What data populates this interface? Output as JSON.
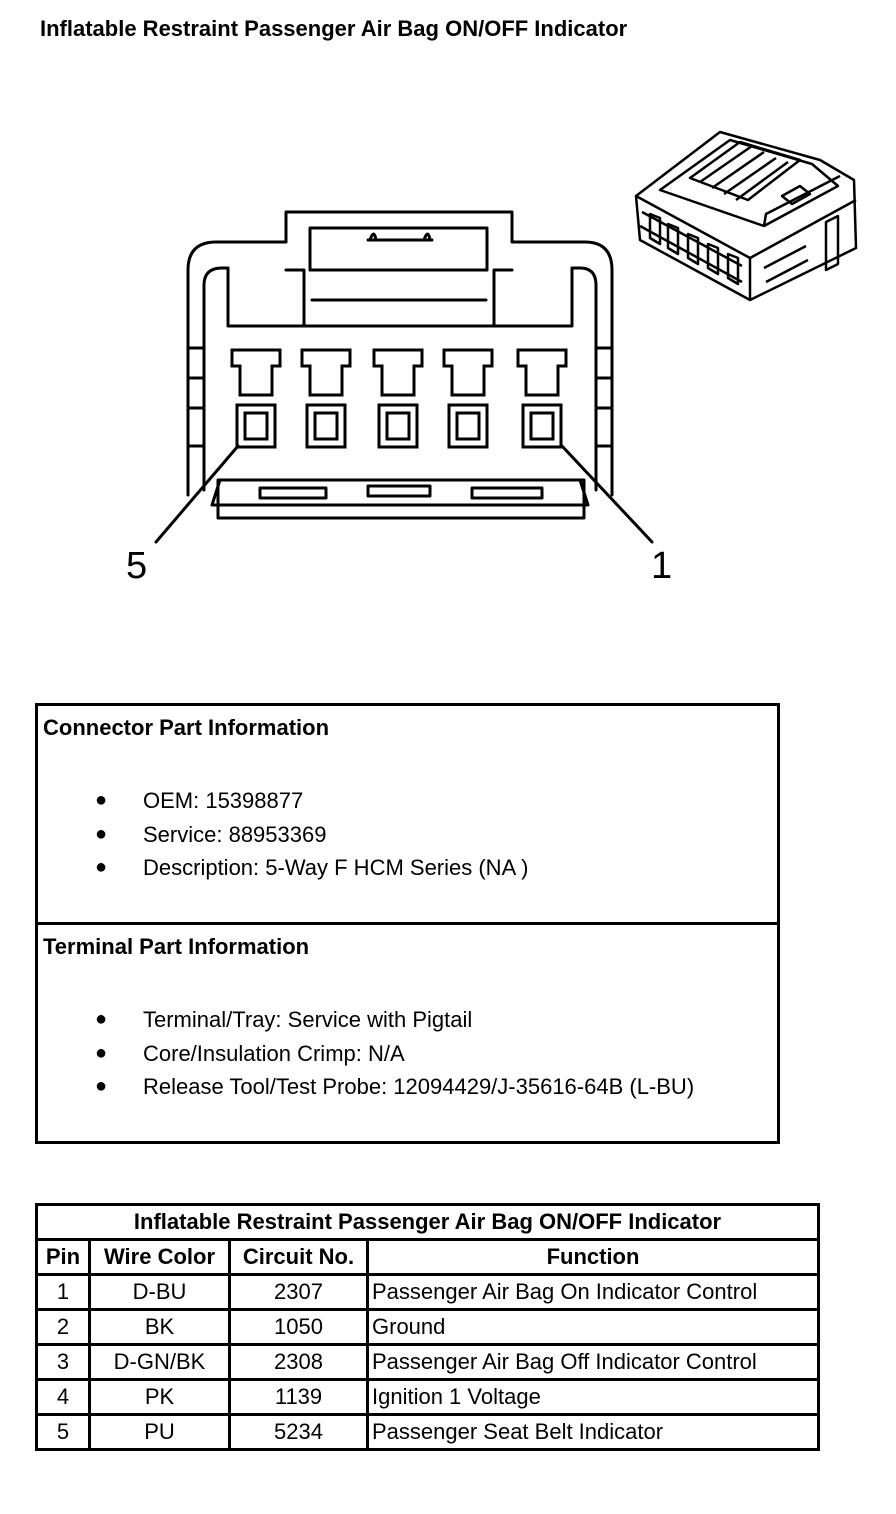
{
  "page": {
    "title": "Inflatable Restraint Passenger Air Bag ON/OFF Indicator"
  },
  "diagram": {
    "pin_label_left": "5",
    "pin_label_right": "1"
  },
  "connector_info": {
    "heading": "Connector Part Information",
    "items": [
      "OEM: 15398877",
      "Service: 88953369",
      "Description: 5-Way F HCM Series (NA )"
    ]
  },
  "terminal_info": {
    "heading": "Terminal Part Information",
    "items": [
      "Terminal/Tray: Service with Pigtail",
      "Core/Insulation Crimp: N/A",
      "Release Tool/Test Probe: 12094429/J-35616-64B (L-BU)"
    ]
  },
  "pin_table": {
    "title": "Inflatable Restraint Passenger Air Bag ON/OFF Indicator",
    "headers": [
      "Pin",
      "Wire Color",
      "Circuit No.",
      "Function"
    ],
    "rows": [
      [
        "1",
        "D-BU",
        "2307",
        "Passenger Air Bag On Indicator Control"
      ],
      [
        "2",
        "BK",
        "1050",
        "Ground"
      ],
      [
        "3",
        "D-GN/BK",
        "2308",
        "Passenger Air Bag Off Indicator Control"
      ],
      [
        "4",
        "PK",
        "1139",
        "Ignition 1 Voltage"
      ],
      [
        "5",
        "PU",
        "5234",
        "Passenger Seat Belt Indicator"
      ]
    ]
  },
  "bullet_glyph": "●"
}
